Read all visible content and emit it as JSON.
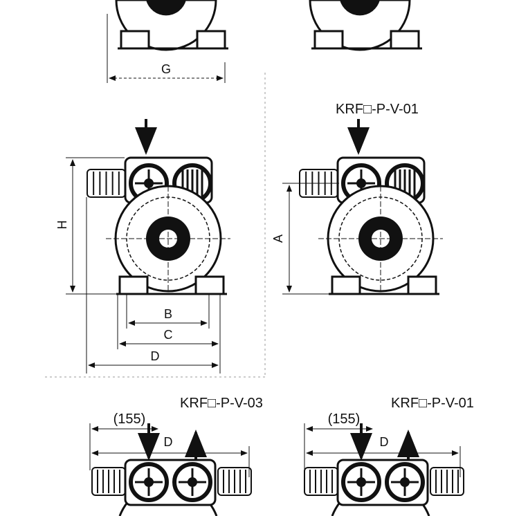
{
  "views": [
    {
      "id": "top-left-partial",
      "labels": {
        "G": "G"
      }
    },
    {
      "id": "top-right-partial"
    },
    {
      "id": "middle-left",
      "labels": {
        "H": "H",
        "B": "B",
        "C": "C",
        "D": "D"
      }
    },
    {
      "id": "middle-right",
      "model": "KRF□-P-V-01",
      "labels": {
        "A": "A"
      }
    },
    {
      "id": "bottom-left",
      "model": "KRF□-P-V-03",
      "offset": "(155)",
      "labels": {
        "D": "D"
      }
    },
    {
      "id": "bottom-right",
      "model": "KRF□-P-V-01",
      "offset": "(155)",
      "labels": {
        "D": "D"
      }
    }
  ],
  "colors": {
    "ink": "#111111",
    "paper": "#ffffff",
    "dash": "#999999"
  }
}
